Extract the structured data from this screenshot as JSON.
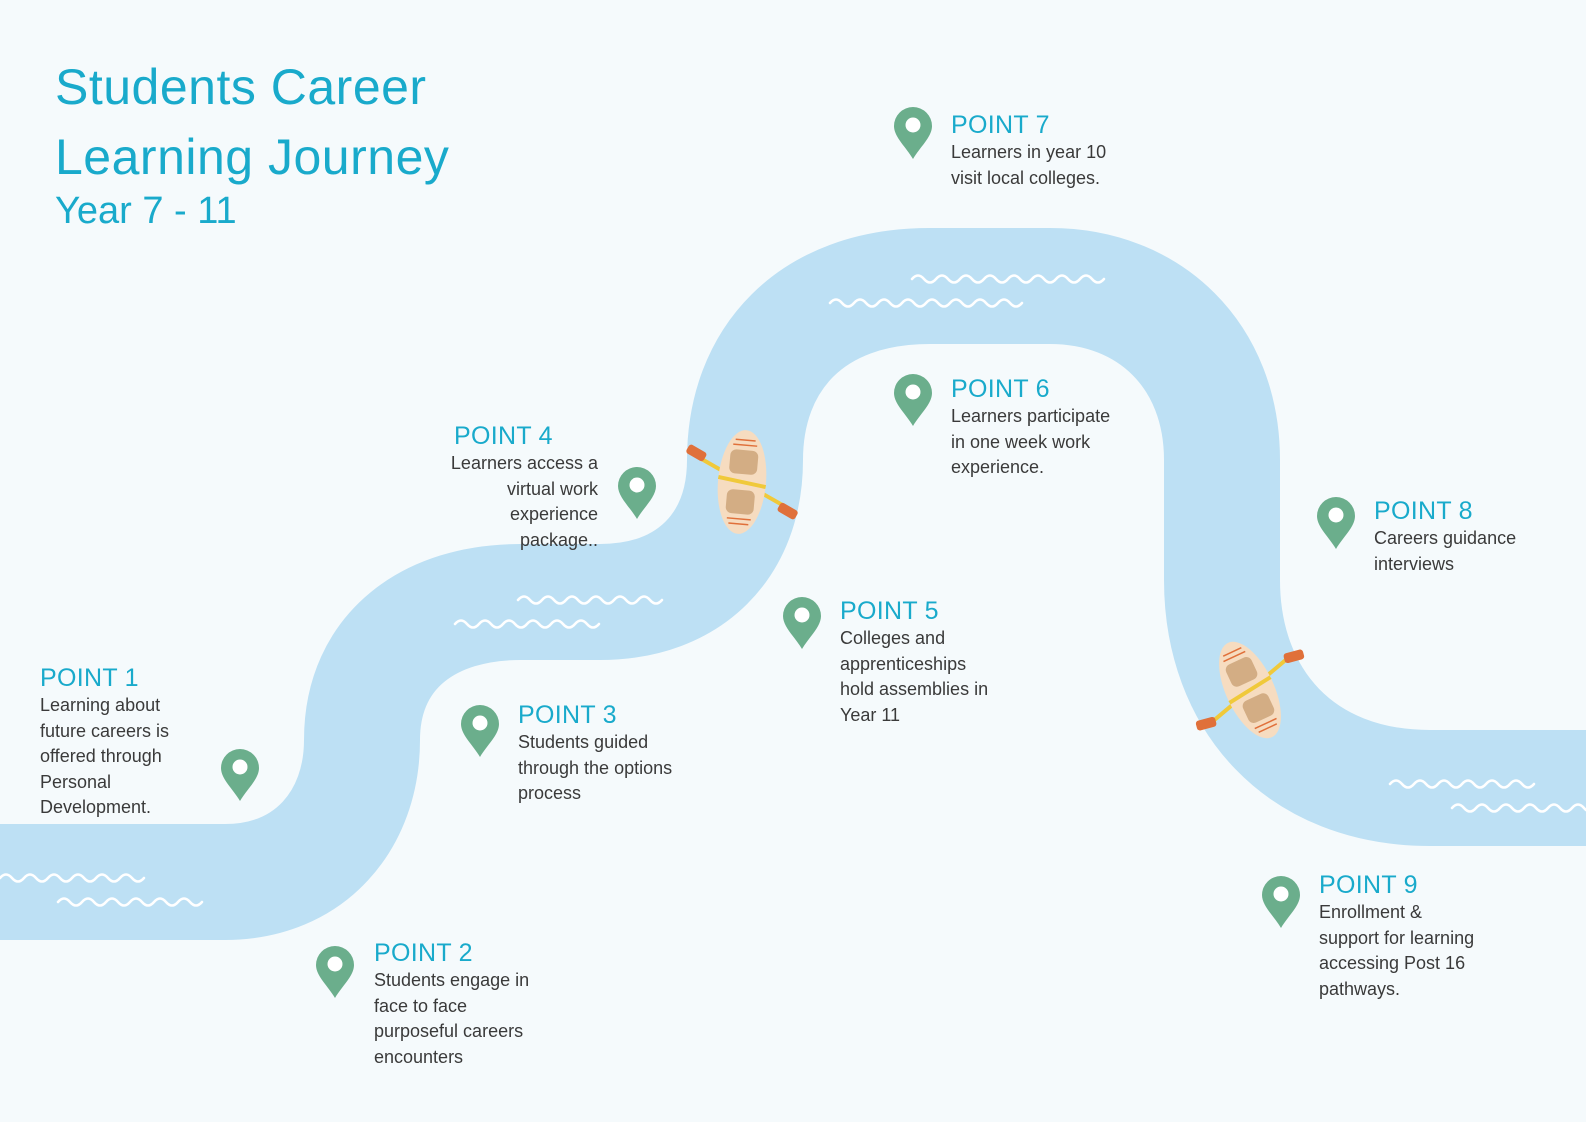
{
  "title": {
    "line1": "Students Career",
    "line2": "Learning Journey",
    "subtitle": "Year 7 - 11"
  },
  "colors": {
    "background": "#f5fafc",
    "river": "#bde0f4",
    "waves": "#ffffff",
    "heading": "#19aacb",
    "body_text": "#3a3a3a",
    "pin": "#6bae8c",
    "boat_hull": "#f6dcc0",
    "boat_inner": "#d3ad84",
    "oar": "#e0703a",
    "oar_shaft": "#f0c93a"
  },
  "icons": {
    "pin": "map-pin-icon",
    "boat": "rowing-boat-icon"
  },
  "points": [
    {
      "label": "POINT 1",
      "text": "Learning about\nfuture careers is\noffered through\nPersonal\nDevelopment."
    },
    {
      "label": "POINT 2",
      "text": "Students engage in\nface to face\npurposeful careers\nencounters"
    },
    {
      "label": "POINT 3",
      "text": "Students guided\nthrough the options\nprocess"
    },
    {
      "label": "POINT 4",
      "text": "Learners access a\nvirtual work\nexperience\npackage.."
    },
    {
      "label": "POINT 5",
      "text": "Colleges and\napprenticeships\nhold assemblies in\nYear 11"
    },
    {
      "label": "POINT 6",
      "text": "Learners participate\nin one week work\nexperience."
    },
    {
      "label": "POINT 7",
      "text": "Learners in year 10\nvisit local colleges."
    },
    {
      "label": "POINT 8",
      "text": "Careers guidance\ninterviews"
    },
    {
      "label": "POINT 9",
      "text": "Enrollment &\nsupport for learning\naccessing  Post 16\npathways."
    }
  ]
}
